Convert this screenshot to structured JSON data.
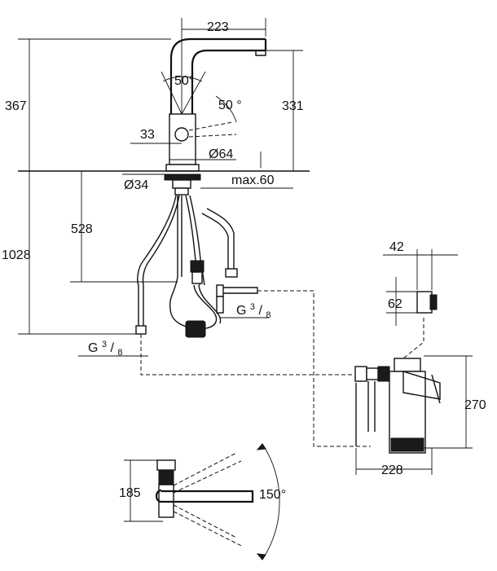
{
  "dimensions": {
    "spout_reach": "223",
    "total_height": "367",
    "spout_height": "331",
    "swivel_angle_1": "50°",
    "swivel_angle_2": "50 °",
    "lever_offset": "33",
    "base_diameter": "Ø64",
    "shank_diameter": "Ø34",
    "max_deck_thickness": "max.60",
    "hose_length_1": "528",
    "hose_length_2": "1028",
    "connection_1": {
      "main": "G",
      "sup": "3",
      "sub": "8"
    },
    "connection_2": {
      "main": "G",
      "sup": "3",
      "sub": "8"
    },
    "filter_depth": "42",
    "filter_mount": "62",
    "filter_height": "270",
    "filter_width": "228",
    "handle_height": "185",
    "rotation_angle": "150°"
  }
}
